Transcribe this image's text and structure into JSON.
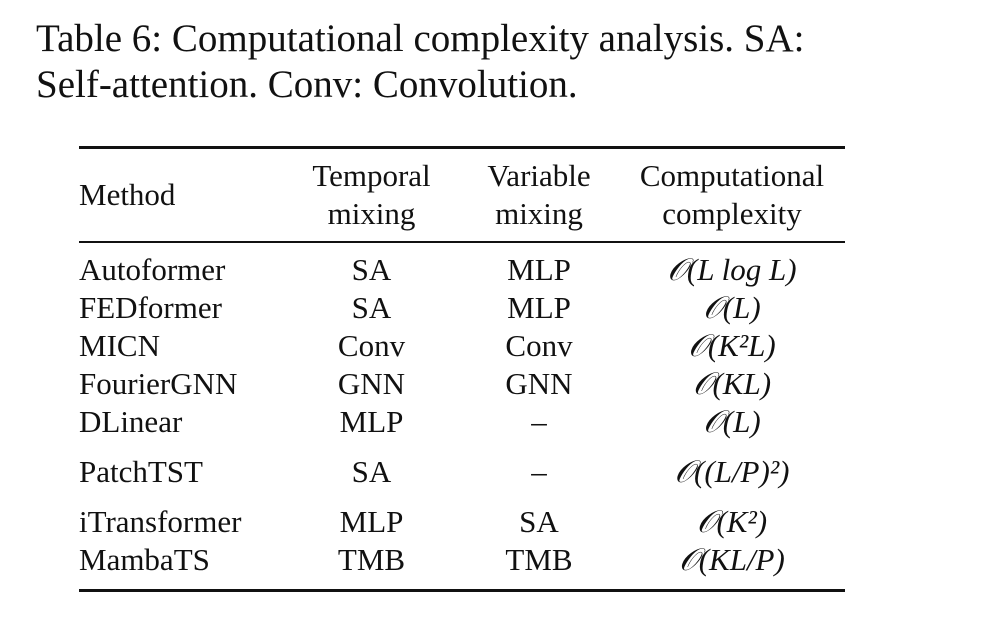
{
  "caption": {
    "line1": "Table 6: Computational complexity analysis. SA:",
    "line2": "Self-attention. Conv: Convolution."
  },
  "table": {
    "headers": {
      "method": "Method",
      "temporal_line1": "Temporal",
      "temporal_line2": "mixing",
      "variable_line1": "Variable",
      "variable_line2": "mixing",
      "complexity_line1": "Computational",
      "complexity_line2": "complexity"
    },
    "rows": [
      {
        "method": "Autoformer",
        "temporal": "SA",
        "variable": "MLP",
        "complexity": "𝒪(L log L)"
      },
      {
        "method": "FEDformer",
        "temporal": "SA",
        "variable": "MLP",
        "complexity": "𝒪(L)"
      },
      {
        "method": "MICN",
        "temporal": "Conv",
        "variable": "Conv",
        "complexity": "𝒪(K²L)"
      },
      {
        "method": "FourierGNN",
        "temporal": "GNN",
        "variable": "GNN",
        "complexity": "𝒪(KL)"
      },
      {
        "method": "DLinear",
        "temporal": "MLP",
        "variable": "–",
        "complexity": "𝒪(L)"
      },
      {
        "method": "PatchTST",
        "temporal": "SA",
        "variable": "–",
        "complexity": "𝒪((L/P)²)"
      },
      {
        "method": "iTransformer",
        "temporal": "MLP",
        "variable": "SA",
        "complexity": "𝒪(K²)"
      },
      {
        "method": "MambaTS",
        "temporal": "TMB",
        "variable": "TMB",
        "complexity": "𝒪(KL/P)"
      }
    ]
  }
}
